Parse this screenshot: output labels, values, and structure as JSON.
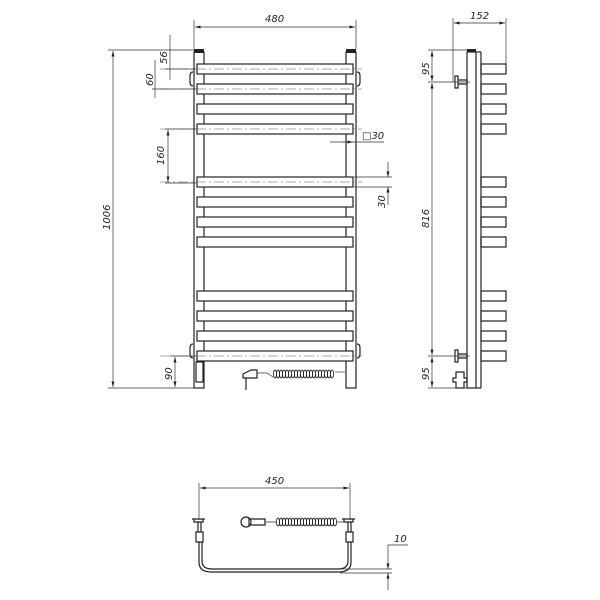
{
  "drawing": {
    "front_view": {
      "width": "480",
      "height": "1006",
      "top_offset": "56",
      "bar_pitch": "60",
      "group_gap": "160",
      "bar_section": "□30",
      "bar_height": "30",
      "bottom_offset": "90"
    },
    "side_view": {
      "depth": "152",
      "top_mount": "95",
      "mount_spacing": "816",
      "bottom_mount": "95"
    },
    "bottom_view": {
      "mount_width": "450",
      "wall_gap": "10"
    }
  }
}
